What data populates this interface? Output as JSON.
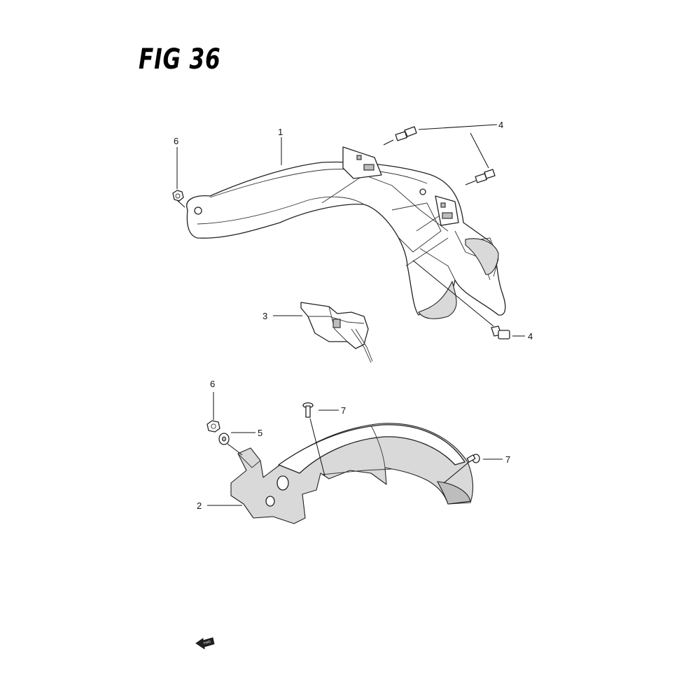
{
  "figure": {
    "title": "FIG 36"
  },
  "callouts": {
    "c1": "1",
    "c2": "2",
    "c3": "3",
    "c4a": "4",
    "c4b": "4",
    "c5": "5",
    "c6a": "6",
    "c6b": "6",
    "c7a": "7",
    "c7b": "7"
  },
  "direction_indicator": {
    "icon": "front-arrow-icon",
    "text": "FWD"
  }
}
